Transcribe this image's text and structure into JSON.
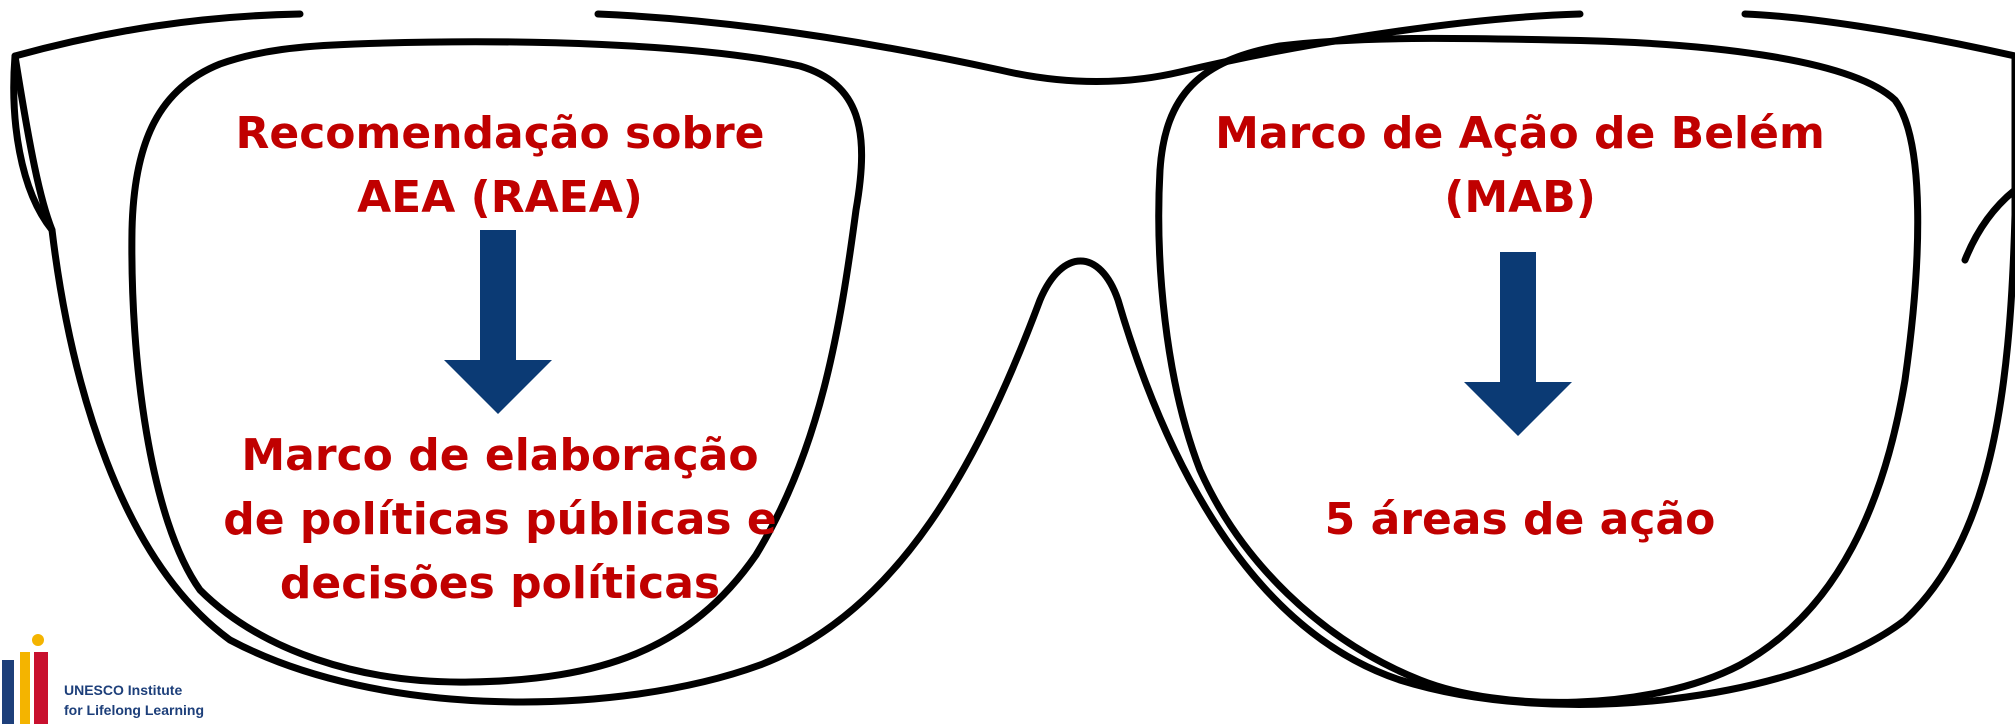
{
  "left_lens": {
    "top_lines": [
      "Recomendação sobre",
      "AEA (RAEA)"
    ],
    "bottom_lines": [
      "Marco de elaboração",
      "de políticas públicas e",
      "decisões políticas"
    ]
  },
  "right_lens": {
    "top_lines": [
      "Marco de Ação de Belém",
      "(MAB)"
    ],
    "bottom_lines": [
      "5 áreas de ação"
    ]
  },
  "logo": {
    "line1": "UNESCO Institute",
    "line2": "for Lifelong Learning"
  },
  "colors": {
    "text": "#c00000",
    "arrow": "#0b3a74",
    "frame": "#000000",
    "logo_text": "#1d3f7a",
    "logo_yellow": "#f4b400",
    "logo_red": "#c8102e",
    "logo_blue": "#1d3f7a"
  }
}
